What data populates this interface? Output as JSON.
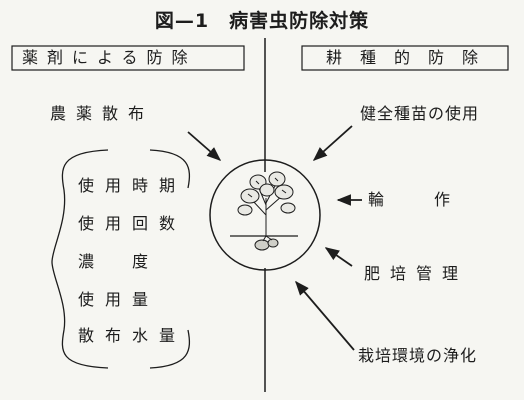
{
  "title": "図—1　病害虫防除対策",
  "left": {
    "heading": "薬剤による防除",
    "main_item": "農薬散布",
    "sub_items": [
      "使用時期",
      "使用回数",
      "濃　度",
      "使用量",
      "散布水量"
    ]
  },
  "right": {
    "heading": "耕種的防除",
    "items": [
      "健全種苗の使用",
      "輪　　作",
      "肥培管理",
      "栽培環境の浄化"
    ]
  },
  "center": {
    "icon": "potato-plant-icon"
  }
}
